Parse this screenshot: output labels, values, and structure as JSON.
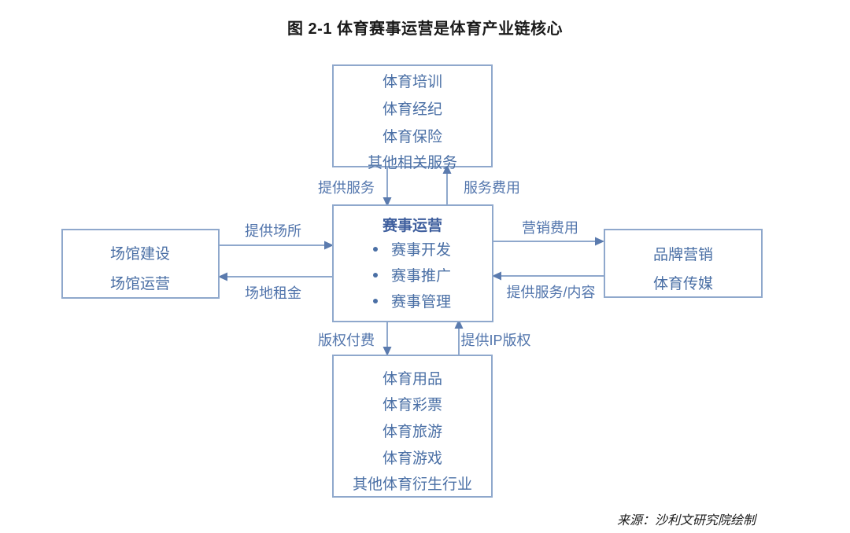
{
  "figure": {
    "title": "图 2-1  体育赛事运营是体育产业链核心",
    "source": "来源：沙利文研究院绘制"
  },
  "colors": {
    "box_border": "#8FA8CC",
    "box_text": "#4A6FA5",
    "box_title": "#3F5F9E",
    "edge_label": "#5275AC",
    "arrow_head": "#5B7BAE",
    "title_text": "#1a1a1a",
    "background": "#ffffff"
  },
  "chart_data": {
    "type": "diagram",
    "title": "图 2-1  体育赛事运营是体育产业链核心",
    "nodes": [
      {
        "id": "top",
        "position": "top",
        "title": "",
        "items": [
          "体育培训",
          "体育经纪",
          "体育保险",
          "其他相关服务"
        ]
      },
      {
        "id": "center",
        "position": "center",
        "title": "赛事运营",
        "items": [
          "赛事开发",
          "赛事推广",
          "赛事管理"
        ],
        "bulleted": true
      },
      {
        "id": "left",
        "position": "left",
        "title": "",
        "items": [
          "场馆建设",
          "场馆运营"
        ]
      },
      {
        "id": "right",
        "position": "right",
        "title": "",
        "items": [
          "品牌营销",
          "体育传媒"
        ]
      },
      {
        "id": "bottom",
        "position": "bottom",
        "title": "",
        "items": [
          "体育用品",
          "体育彩票",
          "体育旅游",
          "体育游戏",
          "其他体育衍生行业"
        ]
      }
    ],
    "edges": [
      {
        "id": "e1",
        "from": "top",
        "to": "center",
        "label": "提供服务",
        "direction": "down"
      },
      {
        "id": "e2",
        "from": "center",
        "to": "top",
        "label": "服务费用",
        "direction": "up"
      },
      {
        "id": "e3",
        "from": "left",
        "to": "center",
        "label": "提供场所",
        "direction": "right"
      },
      {
        "id": "e4",
        "from": "center",
        "to": "left",
        "label": "场地租金",
        "direction": "left"
      },
      {
        "id": "e5",
        "from": "center",
        "to": "right",
        "label": "营销费用",
        "direction": "right"
      },
      {
        "id": "e6",
        "from": "right",
        "to": "center",
        "label": "提供服务/内容",
        "direction": "left"
      },
      {
        "id": "e7",
        "from": "center",
        "to": "bottom",
        "label": "版权付费",
        "direction": "down"
      },
      {
        "id": "e8",
        "from": "bottom",
        "to": "center",
        "label": "提供IP版权",
        "direction": "up"
      }
    ]
  },
  "labels": {
    "top_box": {
      "l1": "体育培训",
      "l2": "体育经纪",
      "l3": "体育保险",
      "l4": "其他相关服务"
    },
    "center_box": {
      "title": "赛事运营",
      "l1": "赛事开发",
      "l2": "赛事推广",
      "l3": "赛事管理"
    },
    "left_box": {
      "l1": "场馆建设",
      "l2": "场馆运营"
    },
    "right_box": {
      "l1": "品牌营销",
      "l2": "体育传媒"
    },
    "bottom_box": {
      "l1": "体育用品",
      "l2": "体育彩票",
      "l3": "体育旅游",
      "l4": "体育游戏",
      "l5": "其他体育衍生行业"
    },
    "edges": {
      "provide_service": "提供服务",
      "service_fee": "服务费用",
      "provide_venue": "提供场所",
      "venue_rent": "场地租金",
      "marketing_fee": "营销费用",
      "provide_service_content": "提供服务/内容",
      "copyright_payment": "版权付费",
      "provide_ip": "提供IP版权"
    }
  }
}
